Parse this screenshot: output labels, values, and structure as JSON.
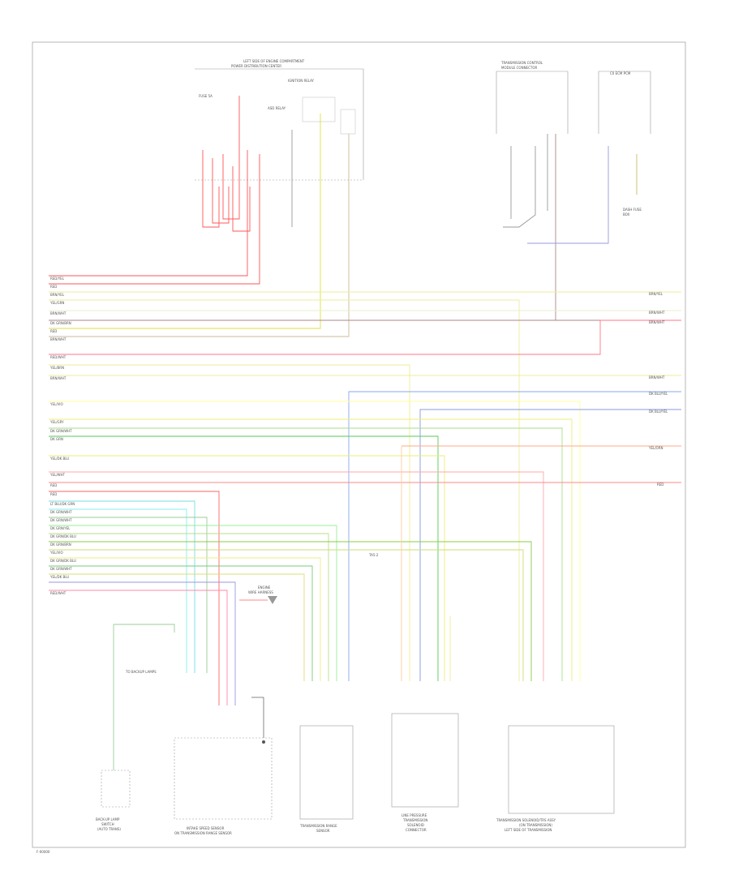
{
  "modules": {
    "fuse_relay_box": {
      "title_line1": "LEFT SIDE OF ENGINE COMPARTMENT",
      "title_line2": "POWER DISTRIBUTION CENTER",
      "relay_label": "IGNITION RELAY",
      "sub_label": "ASD RELAY"
    },
    "trans_control_top": {
      "title_line1": "TRANSMISSION CONTROL",
      "title_line2": "MODULE CONNECTOR"
    },
    "ecm_top": {
      "title": "C0 ECM PCM"
    },
    "fuse_label_left": {
      "text": "FUSE 5A"
    },
    "fuse_bottom_right_top": {
      "line1": "DASH FUSE",
      "line2": "BOX"
    },
    "bottom_1": {
      "line1": "BACK-UP LAMP",
      "line2": "SWITCH",
      "line3": "(AUTO TRANS)"
    },
    "bottom_2": {
      "line1": "INTAKE SPEED SENSOR",
      "line2": "ON TRANSMISSION RANGE SENSOR"
    },
    "bottom_3": {
      "line1": "TRANSMISSION RANGE",
      "line2": "SENSOR"
    },
    "bottom_4": {
      "line1": "LINE PRESSURE",
      "line2": "TRANSMISSION",
      "line3": "SOLENOID",
      "line4": "CONNECTOR"
    },
    "bottom_5": {
      "line1": "TRANSMISSION SOLENOID/TRS ASSY",
      "line2": "(ON TRANSMISSION)",
      "line3": "LEFT SIDE OF TRANSMISSION"
    },
    "ground_label": {
      "line1": "ENGINE",
      "line2": "WIRE HARNESS"
    },
    "backup_label": {
      "text": "TO BACKUP LAMPS"
    }
  },
  "wire_labels": {
    "left": [
      "RED/YEL",
      "RED",
      "BRN/YEL",
      "YEL/GRN",
      "BRN/WHT",
      "DK GRN/BRN",
      "RED",
      "BRN/WHT",
      "RED/WHT",
      "YEL/BRN",
      "BRN/WHT",
      "YEL/VIO",
      "YEL/GRY",
      "DK GRN/WHT",
      "DK GRN",
      "YEL/DK BLU",
      "YEL/WHT",
      "RED",
      "RED",
      "LT BLU/DK GRN",
      "DK GRN/WHT",
      "DK GRN/WHT",
      "DK GRN/YEL",
      "DK GRN/DK BLU",
      "DK GRN/BRN",
      "YEL/VIO",
      "DK GRN/DK BLU",
      "DK GRN/WHT",
      "YEL/DK BLU",
      "RED/WHT"
    ],
    "right": [
      "BRN/YEL",
      "BRN/WHT",
      "BRN/WHT",
      "BRN/WHT",
      "DK BLU/YEL",
      "DK BLU/YEL",
      "YEL/ORN",
      "RED"
    ],
    "bottom": "TA5-2"
  },
  "footer": {
    "code": "F-00000"
  }
}
